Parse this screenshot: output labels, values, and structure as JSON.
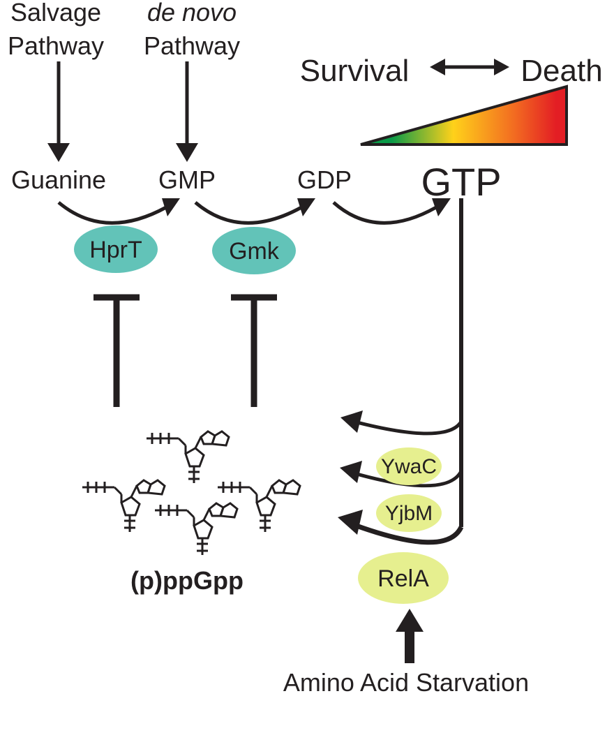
{
  "pathways": {
    "salvage_line1": "Salvage",
    "salvage_line2": "Pathway",
    "denovo_line1": "de novo",
    "denovo_line2": "Pathway"
  },
  "scale": {
    "survival": "Survival",
    "death": "Death",
    "gradient_colors": [
      "#0a9a48",
      "#ffd11a",
      "#f26a21",
      "#e31e24"
    ]
  },
  "metabolites": {
    "guanine": "Guanine",
    "gmp": "GMP",
    "gdp": "GDP",
    "gtp": "GTP"
  },
  "enzymes": {
    "hprt": "HprT",
    "gmk": "Gmk",
    "ywac": "YwaC",
    "yjbm": "YjbM",
    "rela": "RelA",
    "teal_color": "#62c3b8",
    "yellow_color": "#e6ef8f"
  },
  "alarmone": {
    "label": "(p)ppGpp"
  },
  "trigger": {
    "label": "Amino Acid Starvation"
  }
}
